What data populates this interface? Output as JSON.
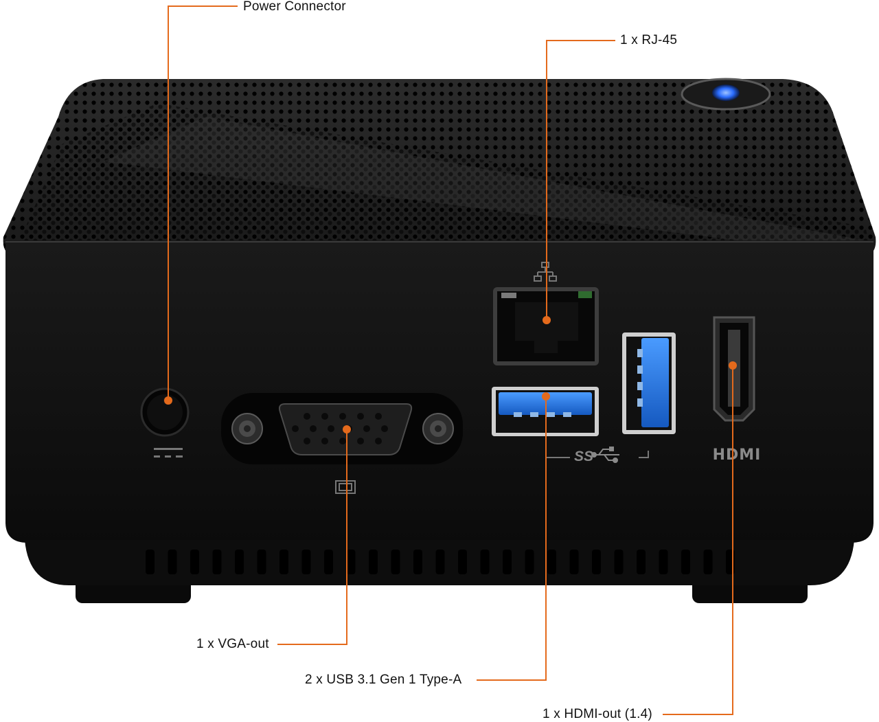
{
  "callouts": {
    "power": "Power Connector",
    "rj45": "1 x RJ-45",
    "vga": "1 x VGA-out",
    "usb": "2 x USB 3.1 Gen 1 Type-A",
    "hdmi": "1 x HDMI-out (1.4)"
  },
  "port_markings": {
    "usb_logo": "SS",
    "hdmi_logo": "HDMI"
  },
  "colors": {
    "callout_line": "#e46a1c",
    "device_body": "#121212",
    "usb3_insert": "#1e73d8",
    "power_led": "#2a6cff"
  },
  "icons": [
    "dc-power-icon",
    "network-icon",
    "monitor-icon",
    "usb-icon"
  ]
}
